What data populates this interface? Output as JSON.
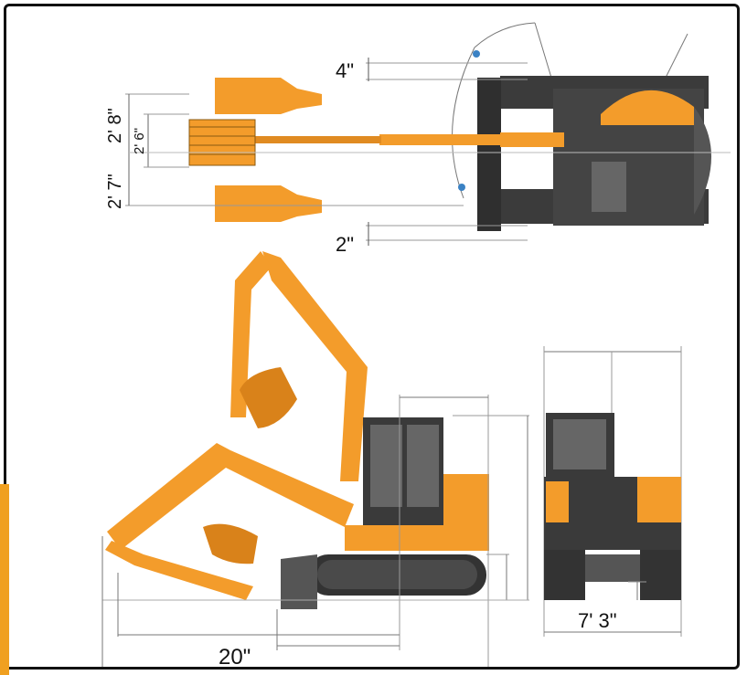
{
  "colors": {
    "machine_orange": "#f39c2b",
    "machine_orange_dark": "#d9821a",
    "track_dark": "#3a3a3a",
    "frame_dark": "#2c2c2c",
    "dimension_line": "#8a8a8a"
  },
  "dimensions": {
    "top_clearance": "4\"",
    "bottom_clearance": "2\"",
    "bucket_width_large": "2' 8\"",
    "bucket_width_small": "2' 6\"",
    "bucket_width_outer": "2' 7\"",
    "side_view_offset": "20\"",
    "front_view_width": "7' 3\""
  }
}
